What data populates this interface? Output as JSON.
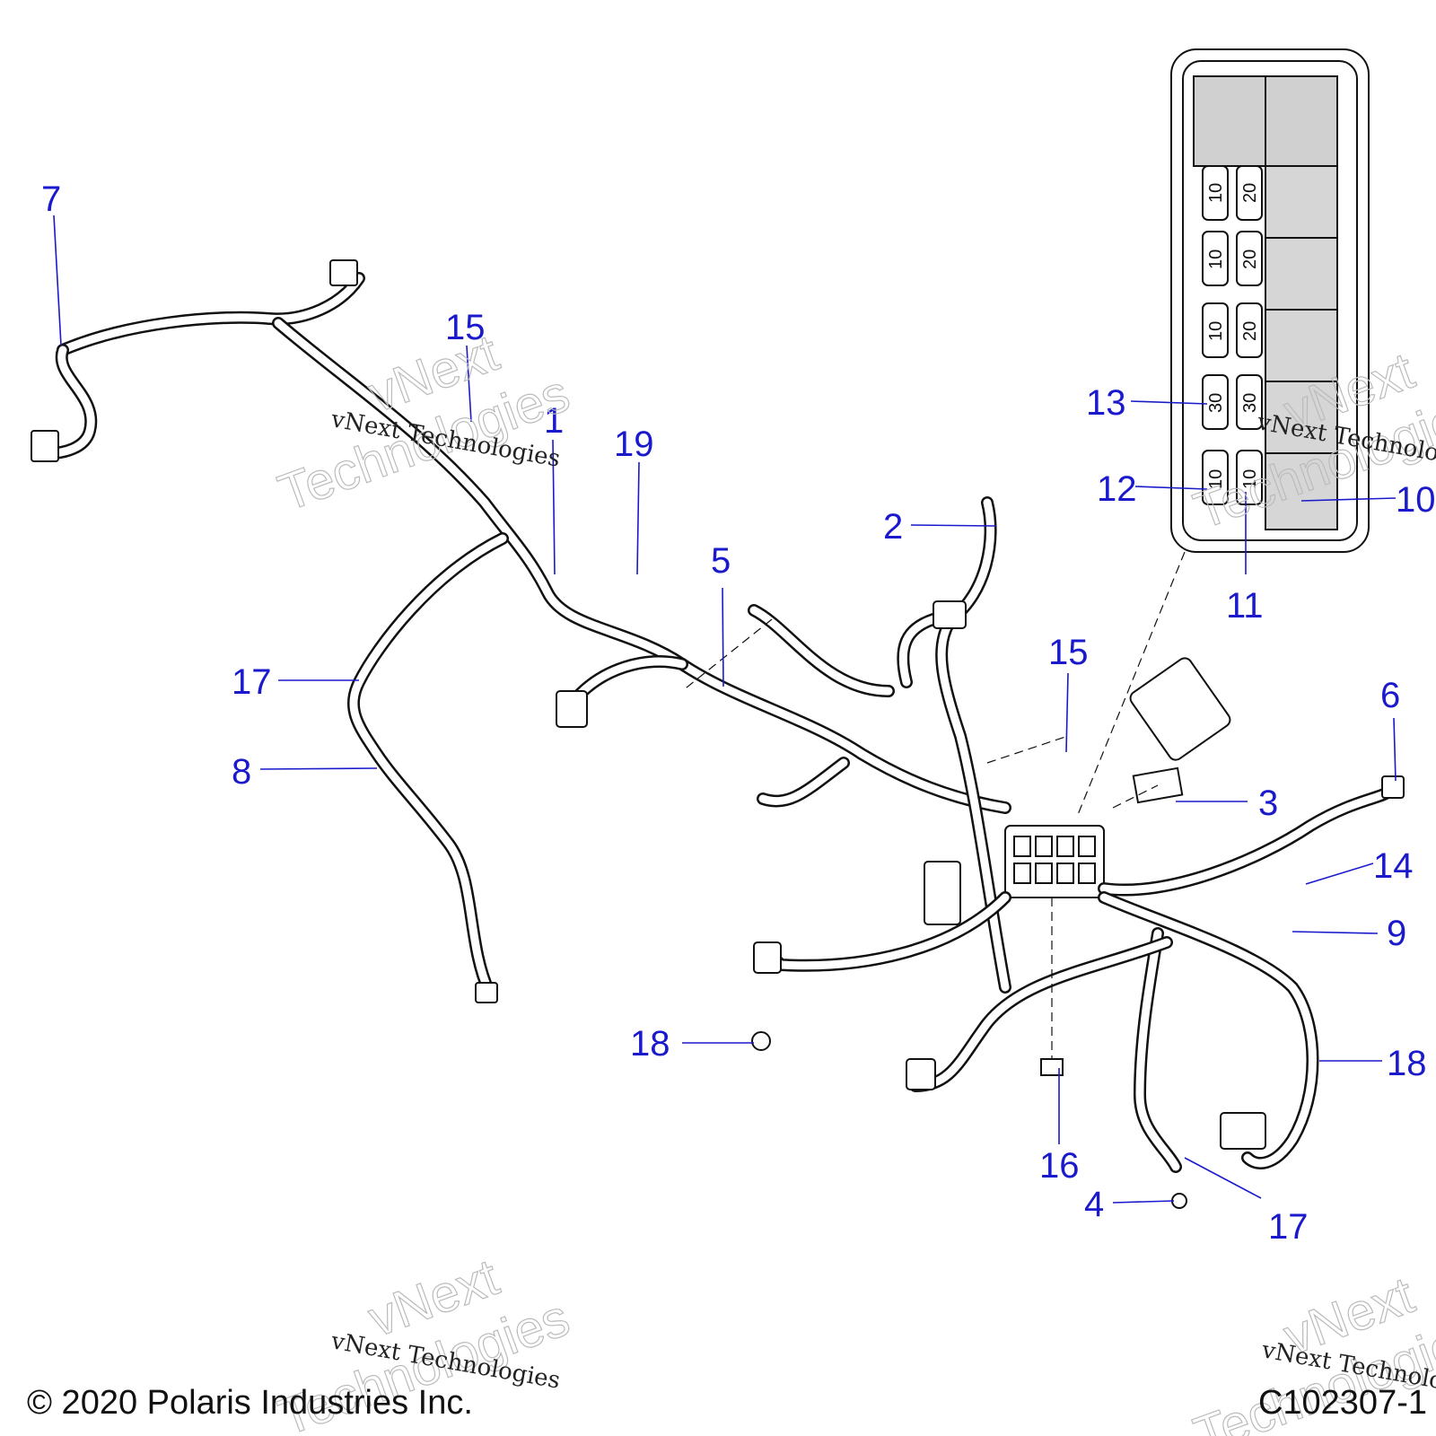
{
  "callouts": [
    {
      "id": "c7",
      "label": "7"
    },
    {
      "id": "c15a",
      "label": "15"
    },
    {
      "id": "c1",
      "label": "1"
    },
    {
      "id": "c19",
      "label": "19"
    },
    {
      "id": "c5",
      "label": "5"
    },
    {
      "id": "c2",
      "label": "2"
    },
    {
      "id": "c13",
      "label": "13"
    },
    {
      "id": "c12",
      "label": "12"
    },
    {
      "id": "c10",
      "label": "10"
    },
    {
      "id": "c11",
      "label": "11"
    },
    {
      "id": "c15b",
      "label": "15"
    },
    {
      "id": "c6",
      "label": "6"
    },
    {
      "id": "c17a",
      "label": "17"
    },
    {
      "id": "c8",
      "label": "8"
    },
    {
      "id": "c3",
      "label": "3"
    },
    {
      "id": "c14",
      "label": "14"
    },
    {
      "id": "c9",
      "label": "9"
    },
    {
      "id": "c18a",
      "label": "18"
    },
    {
      "id": "c18b",
      "label": "18"
    },
    {
      "id": "c16",
      "label": "16"
    },
    {
      "id": "c4",
      "label": "4"
    },
    {
      "id": "c17b",
      "label": "17"
    }
  ],
  "fuse_box": {
    "fuses": [
      "10",
      "20",
      "10",
      "20",
      "10",
      "20",
      "30",
      "30",
      "10",
      "10"
    ]
  },
  "watermark": {
    "script": "vNext Technologies",
    "outline_top": "vNext",
    "outline_bottom": "Technologies",
    "script_cut": "vNext Technolo"
  },
  "footer": {
    "copyright": "© 2020 Polaris Industries Inc.",
    "figure_id": "C102307-1"
  }
}
